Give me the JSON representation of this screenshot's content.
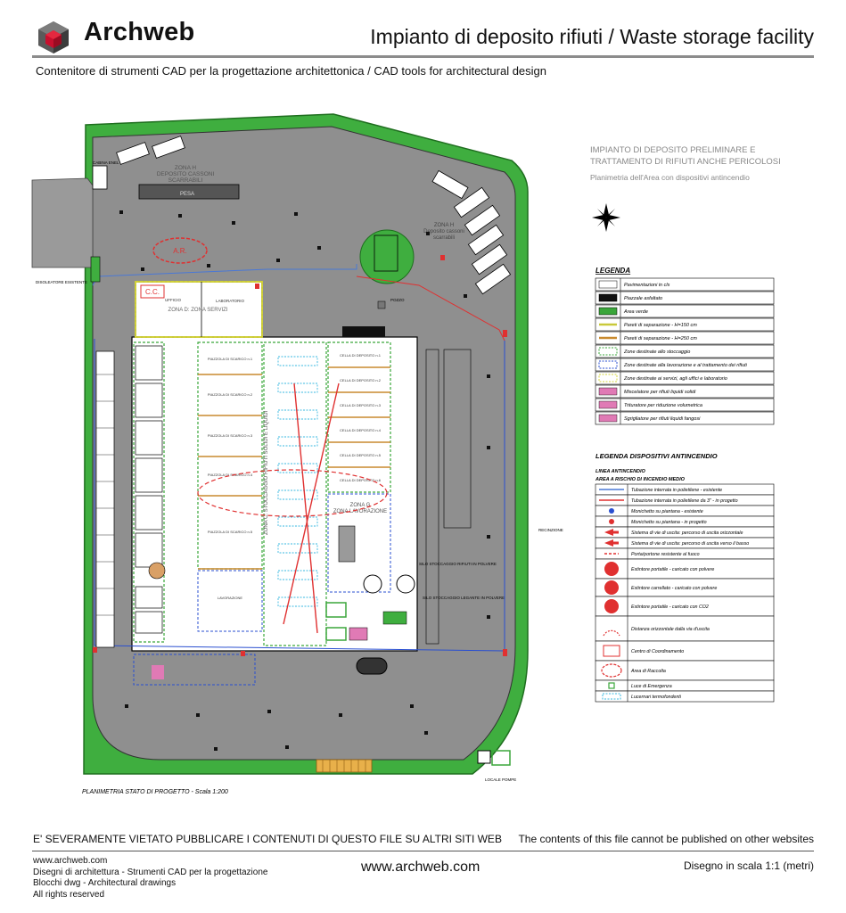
{
  "header": {
    "brand": "Archweb",
    "title": "Impianto di deposito rifiuti / Waste storage facility",
    "subtitle": "Contenitore di strumenti CAD per la progettazione architettonica  /  CAD tools for architectural design"
  },
  "plan": {
    "project_title_1": "IMPIANTO DI DEPOSITO PRELIMINARE E",
    "project_title_2": "TRATTAMENTO DI RIFIUTI ANCHE PERICOLOSI",
    "project_subtitle": "Planimetria dell'Area con dispositivi antincendio",
    "scale_caption": "PLANIMETRIA STATO DI PROGETTO  -   Scala 1:200",
    "zones": {
      "zona_h_1": "ZONA H",
      "zona_h_1b": "DEPOSITO CASSONI",
      "zona_h_1c": "SCARRABILI",
      "zona_h_2": "ZONA H",
      "zona_h_2b": "Deposito cassoni",
      "zona_h_2c": "scarrabili",
      "zona_d": "ZONA D: ZONA SERVIZI",
      "zona_c": "ZONA C: STOCCAGGIO RIFIUTI SOLIDI E LIQUIDI",
      "zona_g": "ZONA G",
      "zona_g_b": "ZONA LAVORAZIONE",
      "ar": "A.R.",
      "cc": "C.C.",
      "pesa": "PESA",
      "laboratorio": "LABORATORIO",
      "ufficio": "UFFICIO"
    },
    "bays_left": [
      "PIAZZOLA DI SCARICO n.1",
      "PIAZZOLA DI SCARICO n.2",
      "PIAZZOLA DI SCARICO n.3",
      "PIAZZOLA DI SCARICO n.4",
      "PIAZZOLA DI SCARICO n.5",
      "LAVORAZIONE"
    ],
    "bays_right": [
      "CELLA DI DEPOSITO n.1",
      "CELLA DI DEPOSITO n.2",
      "CELLA DI DEPOSITO n.3",
      "CELLA DI DEPOSITO n.4",
      "CELLA DI DEPOSITO n.5",
      "CELLA DI DEPOSITO n.6"
    ],
    "labels": {
      "cabina": "CABINA ENEL",
      "disoleatore": "DISOLEATORE ESISTENTE",
      "silo1": "SILO STOCCAGGIO RIFIUTI IN POLVERE",
      "silo2": "SILO STOCCAGGIO LEGANTE IN POLVERE",
      "pozzo": "POZZO",
      "recinzione": "RECINZIONE",
      "locale_pompe": "LOCALE POMPE"
    }
  },
  "legend": {
    "title": "LEGENDA",
    "items": [
      {
        "label": "Pavimentazioni in cls",
        "swatch": "#ffffff",
        "kind": "box"
      },
      {
        "label": "Piazzale asfaltato",
        "swatch": "#111111",
        "kind": "box"
      },
      {
        "label": "Area verde",
        "swatch": "#3aa63a",
        "kind": "box"
      },
      {
        "label": "Pareti di separazione - H=150 cm",
        "swatch": "#c9c93a",
        "kind": "line"
      },
      {
        "label": "Pareti di separazione - H=250 cm",
        "swatch": "#c98a2e",
        "kind": "line"
      },
      {
        "label": "Zone destinate allo stoccaggio",
        "swatch": "#3aa63a",
        "kind": "dash"
      },
      {
        "label": "Zone destinate alla lavorazione e al trattamento dei rifiuti",
        "swatch": "#2a4fd0",
        "kind": "dash"
      },
      {
        "label": "Zone destinate ai servizi, agli uffici e laboratorio",
        "swatch": "#d6d63a",
        "kind": "dash"
      },
      {
        "label": "Miscelatore per rifiuti liquidi solidi",
        "swatch": "#e07ab5",
        "kind": "tag"
      },
      {
        "label": "Trituratore per riduzione volumetrica",
        "swatch": "#e07ab5",
        "kind": "tag"
      },
      {
        "label": "Sgrigliatore per rifiuti liquidi fangosi",
        "swatch": "#e07ab5",
        "kind": "tag"
      }
    ]
  },
  "fire_legend": {
    "title": "LEGENDA DISPOSITIVI ANTINCENDIO",
    "sub1": "LINEA ANTINCENDIO",
    "sub2": "AREA A RISCHIO DI INCENDIO MEDIO",
    "items": [
      {
        "label": "Tubazione interrata in polietilene - esistente",
        "swatch": "#4a78d6",
        "kind": "line"
      },
      {
        "label": "Tubazione interrata in polietilene da 3\" - in progetto",
        "swatch": "#e03030",
        "kind": "line"
      },
      {
        "label": "Monichetto su piantana - esistente",
        "swatch": "#2a4fd0",
        "kind": "dot"
      },
      {
        "label": "Monichetto su piantana - in progetto",
        "swatch": "#e03030",
        "kind": "dot"
      },
      {
        "label": "Sistema di vie di uscita: percorso di uscita orizzontale",
        "swatch": "#e03030",
        "kind": "arrow"
      },
      {
        "label": "Sistema di vie di uscita: percorso di uscita verso il basso",
        "swatch": "#e03030",
        "kind": "arrow"
      },
      {
        "label": "Porta/portone resistente al fuoco",
        "swatch": "#e03030",
        "kind": "door"
      },
      {
        "label": "Estintore portatile - caricato con polvere",
        "swatch": "#e03030",
        "kind": "ext"
      },
      {
        "label": "Estintore carrellato - caricato con polvere",
        "swatch": "#e03030",
        "kind": "ext"
      },
      {
        "label": "Estintore portatile - caricato con CO2",
        "swatch": "#e03030",
        "kind": "ext"
      },
      {
        "label": "Distanza orizzontale dalla via d'uscita",
        "swatch": "#e03030",
        "kind": "arc"
      },
      {
        "label": "Centro di Coordinamento",
        "swatch": "#e03030",
        "kind": "cc"
      },
      {
        "label": "Area di Raccolta",
        "swatch": "#e03030",
        "kind": "ar"
      },
      {
        "label": "Luce di Emergenza",
        "swatch": "#3aa63a",
        "kind": "light"
      },
      {
        "label": "Lucernari termofondenti",
        "swatch": "#3ab8e0",
        "kind": "dash"
      }
    ]
  },
  "footer": {
    "warn_it": "E' SEVERAMENTE VIETATO PUBBLICARE I CONTENUTI DI QUESTO FILE SU ALTRI SITI WEB",
    "warn_en": "The contents of this file cannot be published on other websites",
    "line1": "www.archweb.com",
    "line2": "Disegni di architettura - Strumenti CAD  per la progettazione",
    "line3": "Blocchi dwg - Architectural drawings",
    "line4": "All rights reserved",
    "center": "www.archweb.com",
    "scale": "Disegno in scala 1:1 (metri)"
  }
}
